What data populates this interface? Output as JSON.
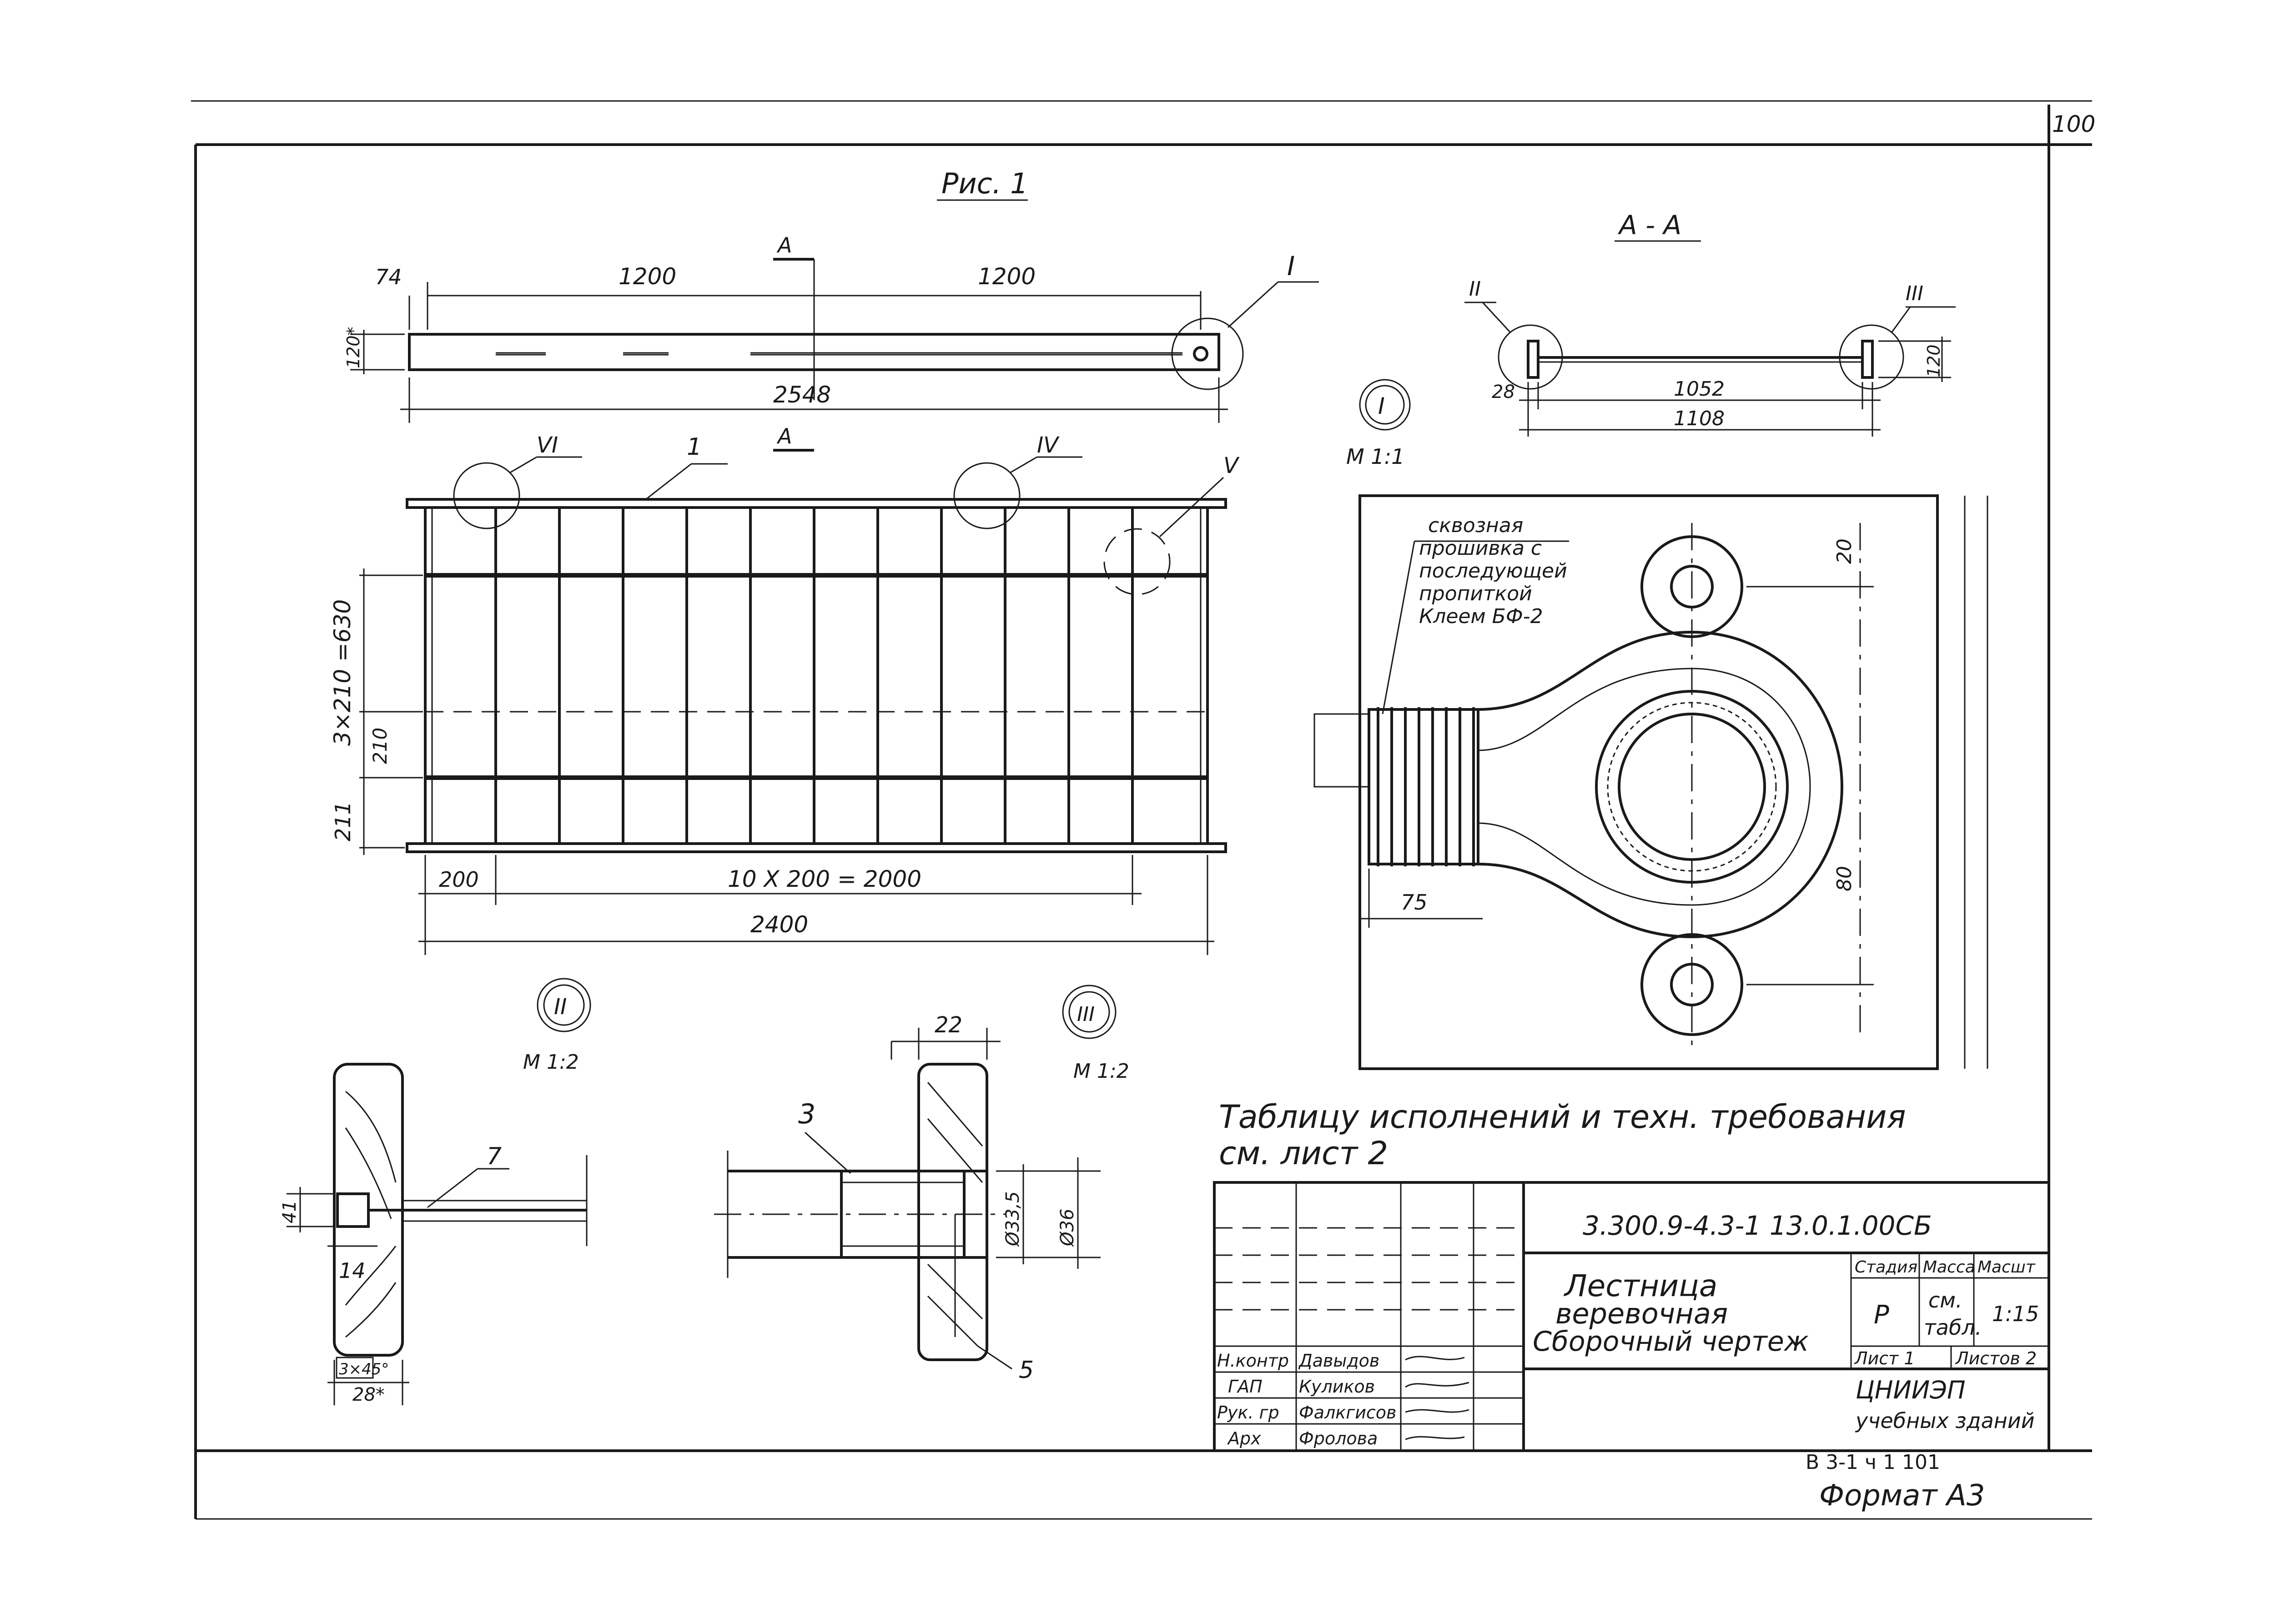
{
  "sheet_number": "100",
  "fig1": {
    "title": "Рис. 1",
    "section_mark": "А",
    "dims_top": [
      "74",
      "1200",
      "1200"
    ],
    "dim_height": "120*",
    "dim_total": "2548",
    "callout_I": "I",
    "callout_IV": "IV",
    "callout_V": "V",
    "callout_VI": "VI",
    "item_1": "1",
    "dim_vertical": "3×210 =630",
    "dim_210": "210",
    "dim_211": "211",
    "dim_200": "200",
    "dim_step": "10 Х 200 = 2000",
    "dim_2400": "2400"
  },
  "section_aa": {
    "title": "А - А",
    "callout_II": "II",
    "callout_III": "III",
    "dim_28": "28",
    "dim_1052": "1052",
    "dim_1108": "1108",
    "dim_120": "120"
  },
  "detail_I": {
    "label": "I",
    "scale": "М 1:1",
    "note_lines": [
      "сквозная",
      "прошивка с",
      "последующей",
      "пропиткой",
      "Клеем БФ-2"
    ],
    "dim_20": "20",
    "dim_80": "80",
    "dim_75": "75"
  },
  "detail_II": {
    "label": "II",
    "scale": "М 1:2",
    "item_7": "7",
    "dim_41": "41",
    "dim_14": "14",
    "dim_chamfer": "3×45°",
    "dim_28": "28*"
  },
  "detail_III": {
    "label": "III",
    "scale": "М 1:2",
    "dim_22": "22",
    "item_3": "3",
    "item_5": "5",
    "dim_d335": "Ø33,5",
    "dim_d36": "Ø36"
  },
  "note": {
    "line1": "Таблицу исполнений и техн. требования",
    "line2": "см. лист 2"
  },
  "title_block": {
    "doc_code": "3.300.9-4.3-1  13.0.1.00СБ",
    "title_line1": "Лестница",
    "title_line2": "веревочная",
    "title_line3": "Сборочный чертеж",
    "col_stage": "Стадия",
    "col_mass": "Масса",
    "col_scale": "Масшт",
    "stage": "Р",
    "mass_line1": "см.",
    "mass_line2": "табл.",
    "scale": "1:15",
    "sheet": "Лист 1",
    "sheets": "Листов 2",
    "org_line1": "ЦНИИЭП",
    "org_line2": "учебных зданий",
    "roles": [
      "Н.контр",
      "ГАП",
      "Рук. гр",
      "Арх"
    ],
    "names": [
      "Давыдов",
      "Куликов",
      "Фалкгисов",
      "Фролова"
    ]
  },
  "footer": {
    "series": "В 3-1  ч 1   101",
    "format": "Формат  А3"
  }
}
